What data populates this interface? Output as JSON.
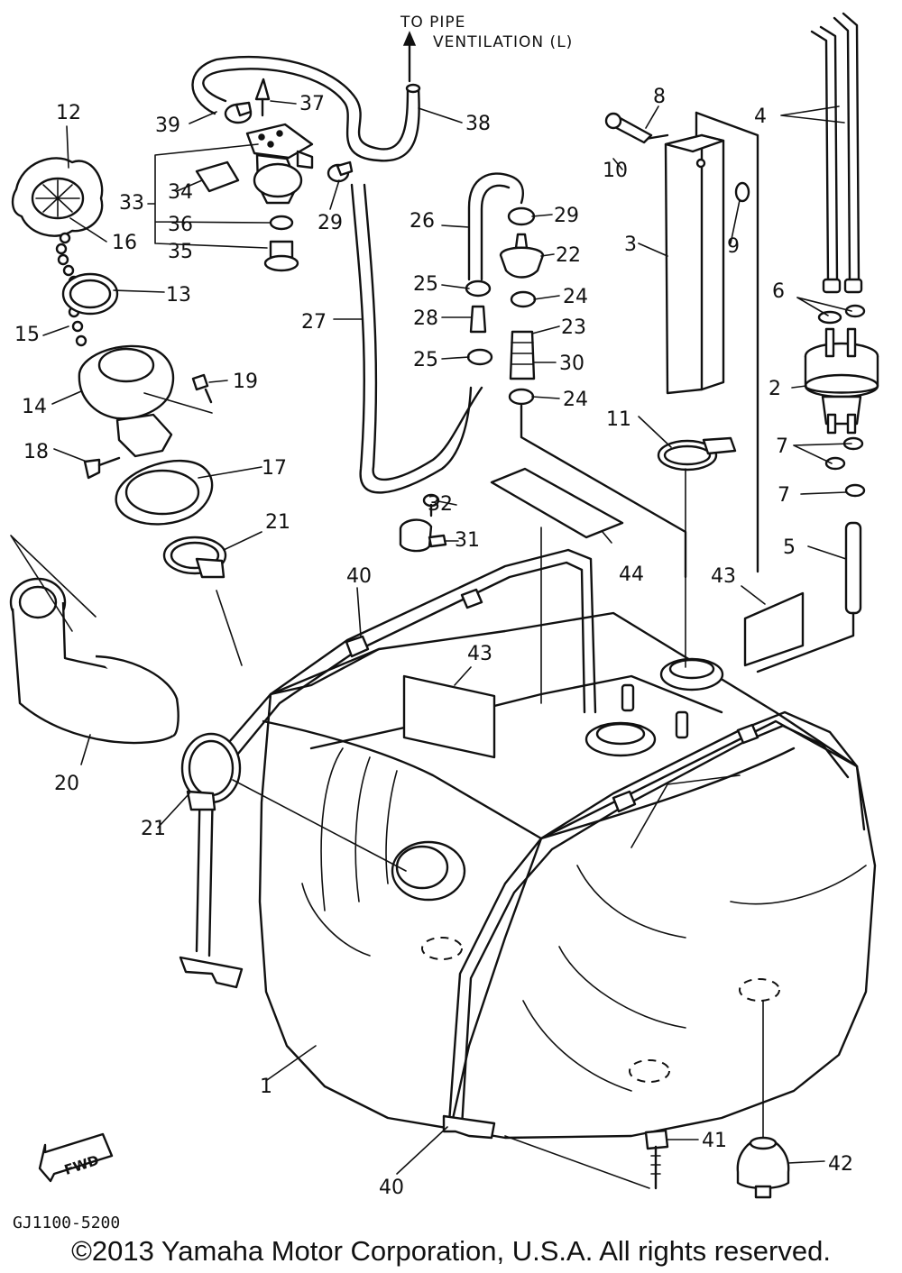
{
  "diagram": {
    "flow_note_line1": "TO PIPE",
    "flow_note_line2": "VENTILATION (L)",
    "fwd_label": "FWD",
    "drawing_code": "GJ1100-5200",
    "callouts": {
      "c1": "1",
      "c2": "2",
      "c3": "3",
      "c4": "4",
      "c5": "5",
      "c6": "6",
      "c7a": "7",
      "c7b": "7",
      "c8": "8",
      "c9": "9",
      "c10": "10",
      "c11": "11",
      "c12": "12",
      "c13": "13",
      "c14": "14",
      "c15": "15",
      "c16": "16",
      "c17": "17",
      "c18": "18",
      "c19": "19",
      "c20": "20",
      "c21a": "21",
      "c21b": "21",
      "c22": "22",
      "c23": "23",
      "c24a": "24",
      "c24b": "24",
      "c25a": "25",
      "c25b": "25",
      "c26": "26",
      "c27": "27",
      "c28": "28",
      "c29a": "29",
      "c29b": "29",
      "c30": "30",
      "c31": "31",
      "c32": "32",
      "c33": "33",
      "c34": "34",
      "c35": "35",
      "c36": "36",
      "c37": "37",
      "c38": "38",
      "c39": "39",
      "c40a": "40",
      "c40b": "40",
      "c41": "41",
      "c42": "42",
      "c43a": "43",
      "c43b": "43",
      "c44": "44"
    }
  },
  "footer": {
    "copyright": "©2013 Yamaha Motor Corporation, U.S.A. All rights reserved."
  }
}
